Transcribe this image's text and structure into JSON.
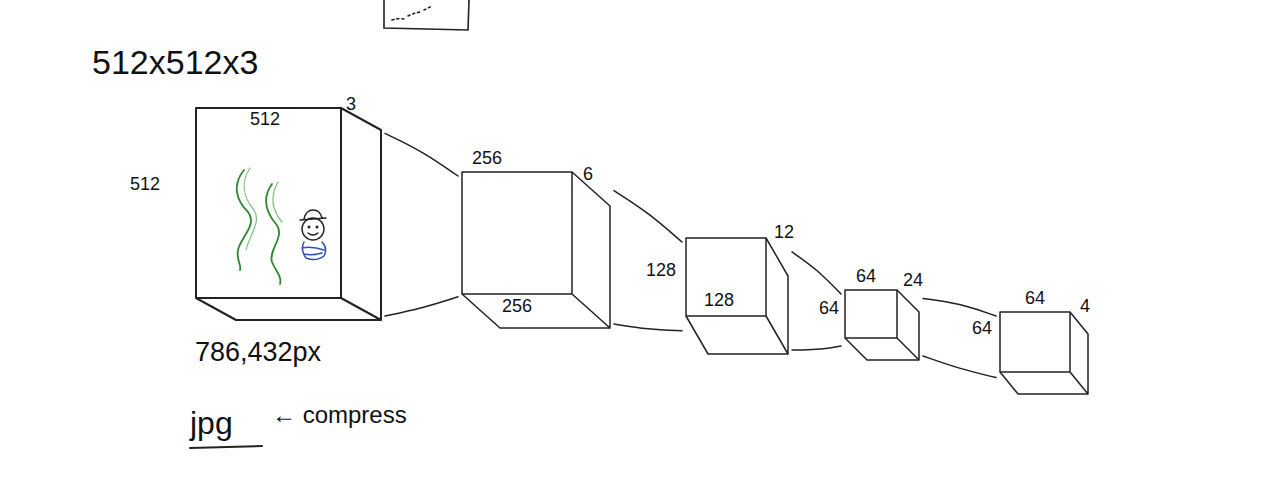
{
  "diagram": {
    "nodes": [
      {
        "text": [
          "512",
          "3",
          "512"
        ]
      },
      {
        "text": [
          "256",
          "6",
          "256"
        ]
      },
      {
        "text": [
          "128",
          "12",
          "128"
        ]
      },
      {
        "text": [
          "64",
          "24",
          "64"
        ]
      },
      {
        "text": [
          "64",
          "4",
          "64"
        ]
      }
    ],
    "edges": [
      {
        "from": 0,
        "to": 1,
        "arrow": "none"
      },
      {
        "from": 1,
        "to": 2,
        "arrow": "none"
      },
      {
        "from": 2,
        "to": 3,
        "arrow": "none"
      },
      {
        "from": 3,
        "to": 4,
        "arrow": "none"
      }
    ],
    "labels": [
      "512x512x3",
      "786,432px",
      "jpg",
      "← compress"
    ]
  }
}
